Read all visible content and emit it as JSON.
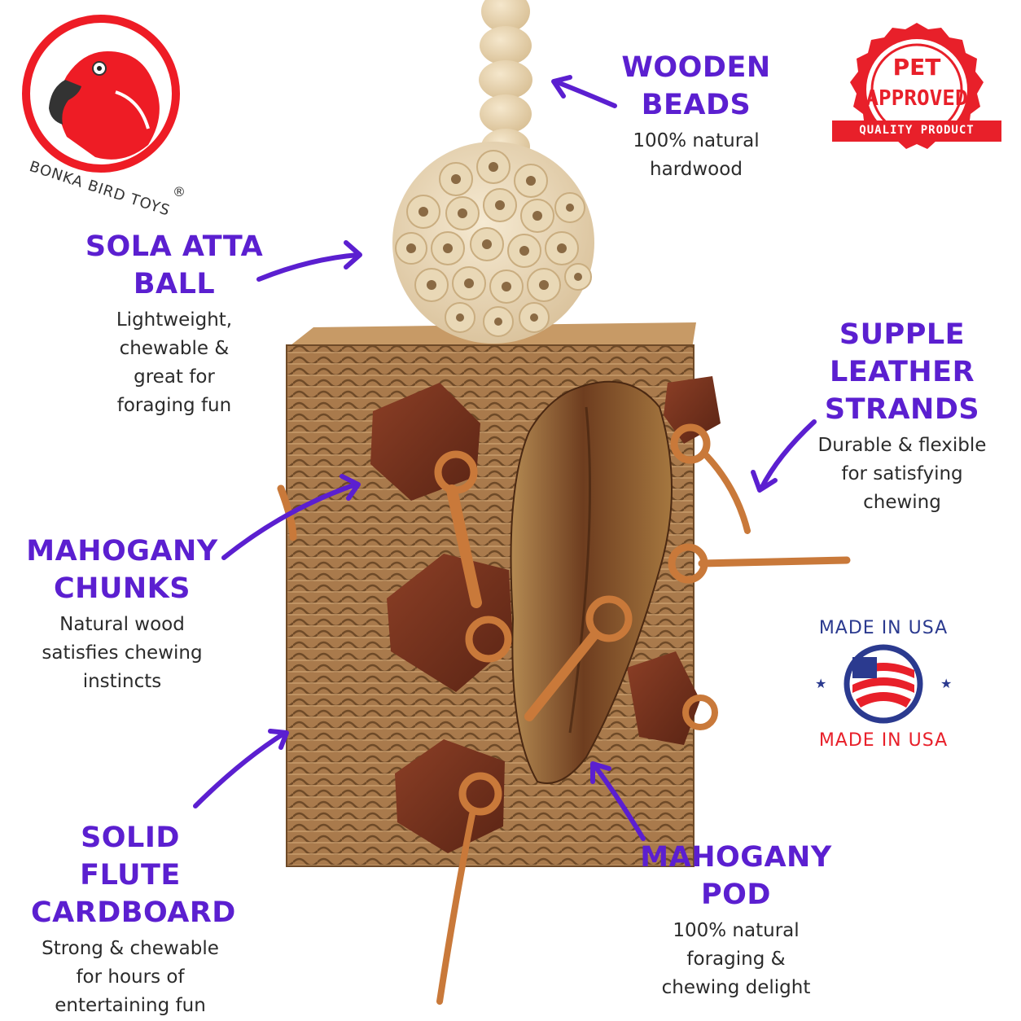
{
  "brand": {
    "name": "BONKA BIRD TOYS",
    "registered": "®",
    "logo_color": "#ee1c25"
  },
  "badges": {
    "pet": {
      "line1": "PET",
      "line2": "APPROVED",
      "ribbon": "QUALITY PRODUCT",
      "color": "#e8202a"
    },
    "usa": {
      "top": "MADE IN USA",
      "bottom": "MADE IN USA",
      "blue": "#2b3a8f",
      "red": "#e8202a"
    }
  },
  "accent_color": "#5b1fd0",
  "callouts": {
    "wooden_beads": {
      "title": [
        "WOODEN",
        "BEADS"
      ],
      "desc": [
        "100% natural",
        "hardwood"
      ]
    },
    "sola_atta_ball": {
      "title": [
        "SOLA ATTA",
        "BALL"
      ],
      "desc": [
        "Lightweight,",
        "chewable &",
        "great for",
        "foraging fun"
      ]
    },
    "supple_leather": {
      "title": [
        "SUPPLE",
        "LEATHER",
        "STRANDS"
      ],
      "desc": [
        "Durable & flexible",
        "for satisfying",
        "chewing"
      ]
    },
    "mahogany_chunks": {
      "title": [
        "MAHOGANY",
        "CHUNKS"
      ],
      "desc": [
        "Natural wood",
        "satisfies chewing",
        "instincts"
      ]
    },
    "solid_flute": {
      "title": [
        "SOLID FLUTE",
        "CARDBOARD"
      ],
      "desc": [
        "Strong & chewable",
        "for hours of",
        "entertaining fun"
      ]
    },
    "mahogany_pod": {
      "title": [
        "MAHOGANY",
        "POD"
      ],
      "desc": [
        "100% natural",
        "foraging &",
        "chewing delight"
      ]
    }
  }
}
